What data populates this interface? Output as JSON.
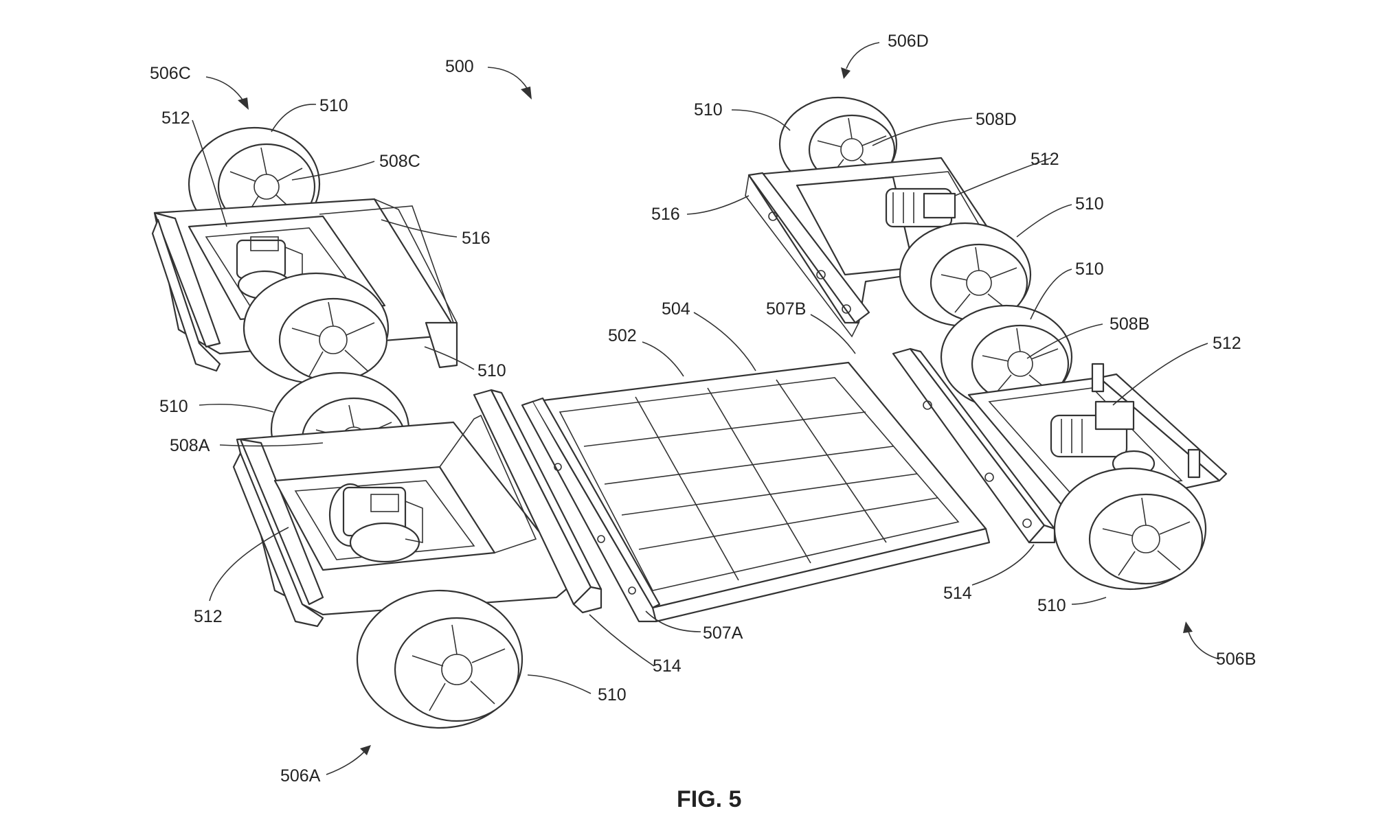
{
  "figure": {
    "caption": "FIG. 5"
  },
  "labels": {
    "assembly": "500",
    "module_a": "506A",
    "module_b": "506B",
    "module_c": "506C",
    "module_d": "506D",
    "platform": "502",
    "battery": "504",
    "interface_a": "507A",
    "interface_b": "507B",
    "drive_a": "508A",
    "drive_b": "508B",
    "drive_c": "508C",
    "drive_d": "508D",
    "wheel": "510",
    "motor": "512",
    "rail": "514",
    "frame": "516"
  }
}
